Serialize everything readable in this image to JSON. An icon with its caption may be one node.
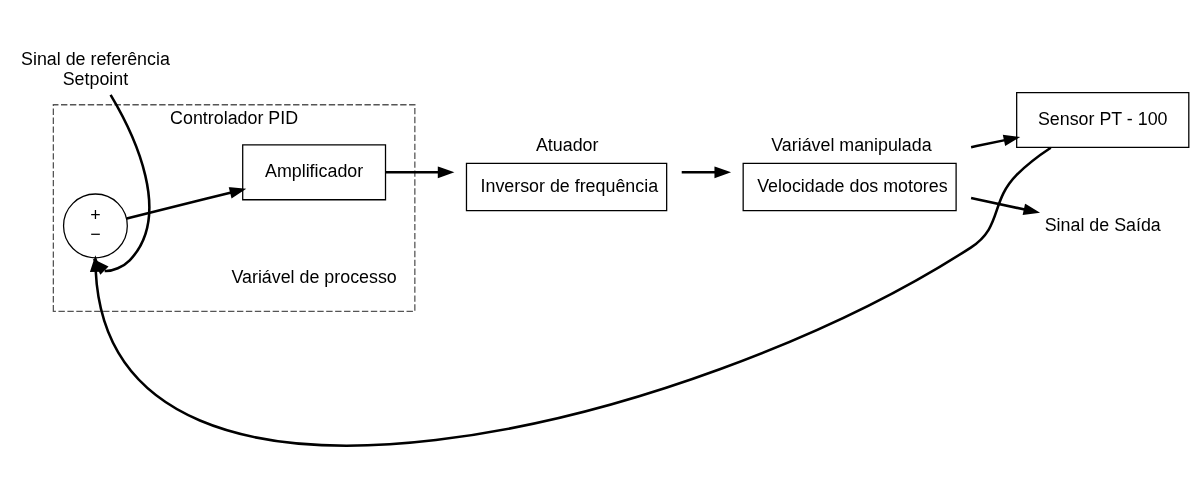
{
  "diagram": {
    "nodes": [
      {
        "text": [
          "Controlador PID"
        ]
      },
      {
        "text": [
          "+",
          "−"
        ],
        "in": 0
      },
      {
        "text": [
          "Amplificador"
        ],
        "in": 0
      },
      {
        "text": [
          "Inversor de frequência"
        ],
        "beside": [
          "Atuador"
        ]
      },
      {
        "text": [
          "Velocidade dos motores"
        ],
        "beside": [
          "Variável manipulada"
        ]
      },
      {
        "text": [
          "Sensor PT - 100"
        ]
      },
      {
        "text": [
          "Sinal de referência",
          "Setpoint"
        ]
      },
      {
        "text": [
          "Sinal de Saída"
        ]
      }
    ],
    "edges": [
      {
        "from": 6,
        "to": 1,
        "arrow": "to"
      },
      {
        "from": 1,
        "to": 2,
        "arrow": "to"
      },
      {
        "from": 2,
        "to": 3,
        "arrow": "to"
      },
      {
        "from": 3,
        "to": 4,
        "arrow": "to"
      },
      {
        "from": 4,
        "to": 7,
        "arrow": "to"
      },
      {
        "from": 4,
        "to": 5,
        "arrow": "to"
      },
      {
        "from": 5,
        "to": 1,
        "arrow": "to"
      }
    ],
    "labels": [
      "Variável de processo"
    ]
  }
}
